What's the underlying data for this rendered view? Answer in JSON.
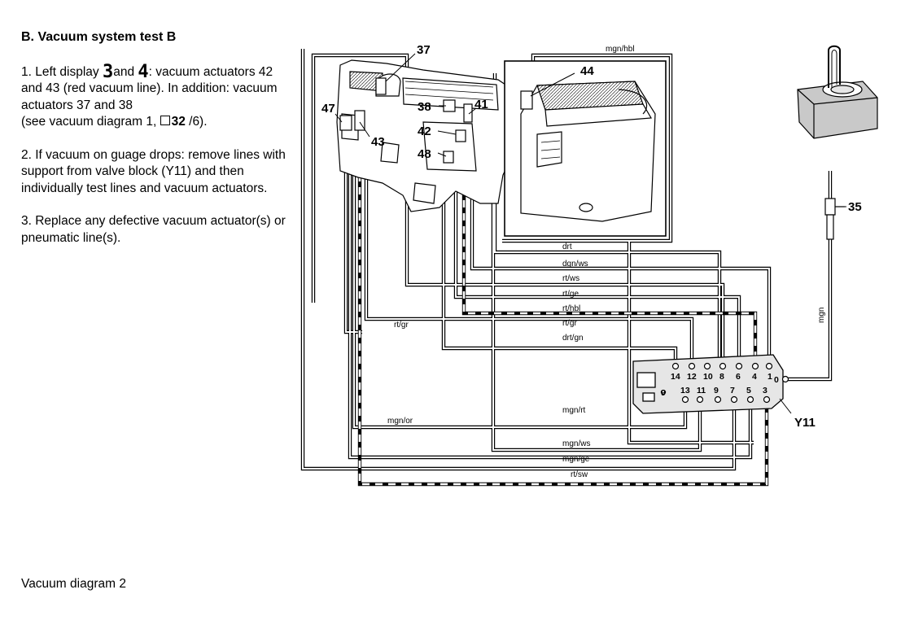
{
  "heading": "B. Vacuum system test B",
  "steps": {
    "s1_prefix": "1. Left display ",
    "s1_glyph_a": "3",
    "s1_and": "and ",
    "s1_glyph_b": "4",
    "s1_rest": ": vacuum actuators 42 and 43 (red vacuum line). In addition: vacuum actuators 37 and 38",
    "s1_ref_prefix": "(see vacuum diagram 1, ",
    "s1_ref_num": "32",
    "s1_ref_suffix": " /6).",
    "s2": "2. If vacuum on guage drops: remove lines with support from valve block (Y11) and then individually test lines and vacuum actuators.",
    "s3": "3. Replace any defective vacuum actuator(s) or pneumatic line(s)."
  },
  "caption": "Vacuum diagram 2",
  "diagram": {
    "components": {
      "c37": "37",
      "c38": "38",
      "c41": "41",
      "c42": "42",
      "c43": "43",
      "c44": "44",
      "c47": "47",
      "c48": "48",
      "c35": "35",
      "y11": "Y11"
    },
    "line_labels": {
      "mgn_hbl": "mgn/hbl",
      "drt": "drt",
      "dgn_ws": "dgn/ws",
      "rt_ws": "rt/ws",
      "rt_ge": "rt/ge",
      "rt_hbl": "rt/hbl",
      "rt_gr": "rt/gr",
      "rt_gr2": "rt/gr",
      "drt_gn": "drt/gn",
      "mgn_rt": "mgn/rt",
      "mgn_or": "mgn/or",
      "mgn_ws": "mgn/ws",
      "mgn_ge": "mgn/ge",
      "rt_sw": "rt/sw",
      "mgn": "mgn"
    },
    "ports_top": [
      "14",
      "12",
      "10",
      "8",
      "6",
      "4",
      "1"
    ],
    "ports_bottom": [
      "13",
      "11",
      "9",
      "7",
      "5",
      "3"
    ],
    "port_zero": "0",
    "port_nine": "9"
  },
  "colors": {
    "ink": "#000000",
    "paper": "#ffffff",
    "shade": "#d9d9d9"
  }
}
